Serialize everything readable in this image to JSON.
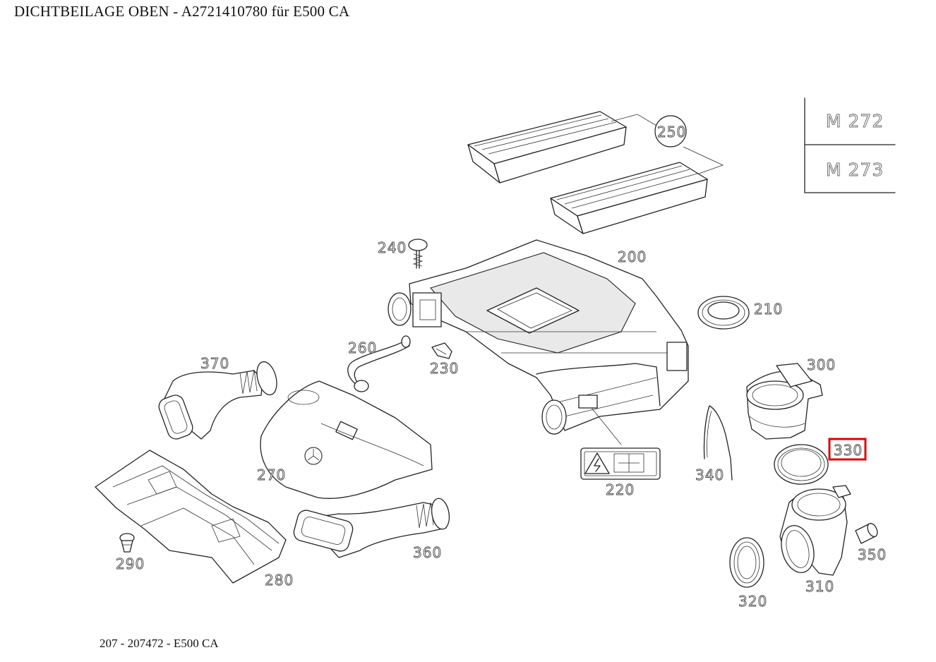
{
  "title": "DICHTBEILAGE OBEN - A2721410780 für E500 CA",
  "footer": "207 - 207472 - E500 CA",
  "engines": [
    "M 272",
    "M 273"
  ],
  "highlight_color": "#e00000",
  "highlighted_part": "330",
  "labels": {
    "p200": "200",
    "p210": "210",
    "p220": "220",
    "p230": "230",
    "p240": "240",
    "p250": "250",
    "p260": "260",
    "p270": "270",
    "p280": "280",
    "p290": "290",
    "p300": "300",
    "p310": "310",
    "p320": "320",
    "p330": "330",
    "p340": "340",
    "p350": "350",
    "p360": "360",
    "p370": "370"
  }
}
